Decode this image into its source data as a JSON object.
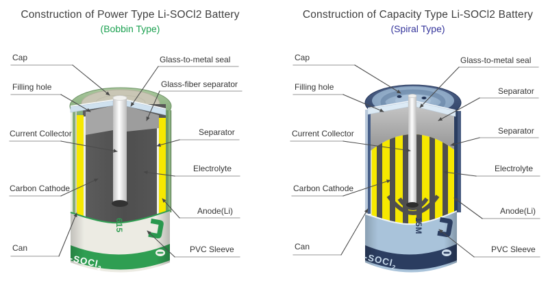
{
  "panels": [
    {
      "title": "Construction of Power Type Li-SOCl2 Battery",
      "subtitle": "(Bobbin Type)",
      "subtitle_color": "#1ba150",
      "accent_color": "#2f9e52",
      "labels": {
        "cap": "Cap",
        "filling_hole": "Filling hole",
        "current_collector": "Current Collector",
        "carbon_cathode": "Carbon Cathode",
        "can": "Can",
        "glass_to_metal_seal": "Glass-to-metal seal",
        "glass_fiber_separator": "Glass-fiber separator",
        "separator": "Separator",
        "electrolyte": "Electrolyte",
        "anode": "Anode(Li)",
        "pvc_sleeve": "PVC Sleeve"
      },
      "markings": {
        "model": "615",
        "band_text": "-SOCl",
        "band_text_sub": "2"
      }
    },
    {
      "title": "Construction of Capacity Type Li-SOCl2 Battery",
      "subtitle": "(Spiral Type)",
      "subtitle_color": "#34349b",
      "accent_color": "#2b3d60",
      "labels": {
        "cap": "Cap",
        "filling_hole": "Filling hole",
        "current_collector": "Current Collector",
        "carbon_cathode": "Carbon Cathode",
        "can": "Can",
        "glass_to_metal_seal": "Glass-to-metal seal",
        "separator_top": "Separator",
        "separator": "Separator",
        "electrolyte": "Electrolyte",
        "anode": "Anode(Li)",
        "pvc_sleeve": "PVC Sleeve"
      },
      "markings": {
        "model": "15M",
        "band_text": "-SOCl",
        "band_text_sub": "2"
      }
    }
  ]
}
